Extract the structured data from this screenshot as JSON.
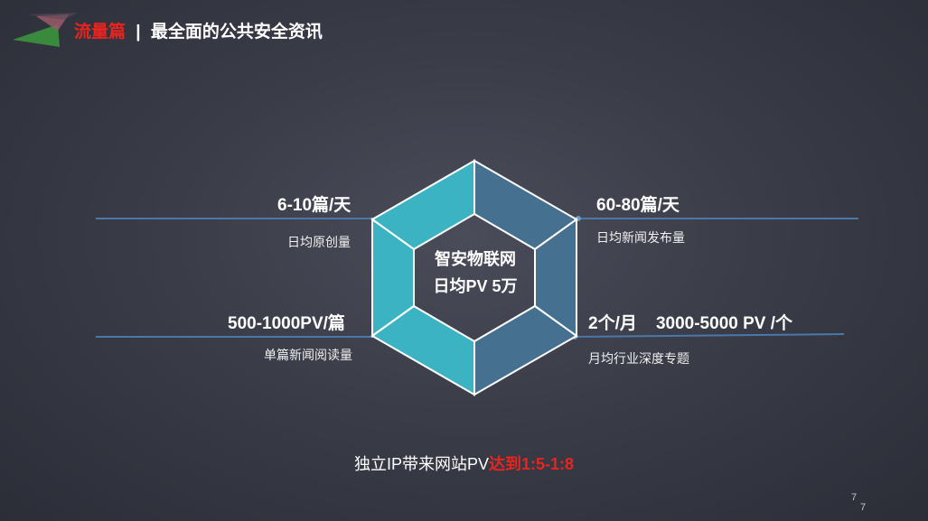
{
  "header": {
    "accent": "流量篇",
    "separator": "|",
    "title": "最全面的公共安全资讯"
  },
  "center": {
    "line1": "智安物联网",
    "line2": "日均PV 5万"
  },
  "stats": {
    "top_left": {
      "value": "6-10篇/天",
      "label": "日均原创量"
    },
    "top_right": {
      "value": "60-80篇/天",
      "label": "日均新闻发布量"
    },
    "bottom_left": {
      "value": "500-1000PV/篇",
      "label": "单篇新闻阅读量"
    },
    "bottom_right": {
      "value": "2个/月    3000-5000 PV /个",
      "label": "月均行业深度专题"
    }
  },
  "footer": {
    "text": "独立IP带来网站PV",
    "highlight": "达到1:5-1:8"
  },
  "page": {
    "number_top": "7",
    "number_bottom": "7"
  },
  "colors": {
    "accent_red": "#e8241f",
    "teal": "#3bb3c2",
    "slate_blue": "#46708f",
    "line_blue": "#4a78a8",
    "logo_green": "#3a8a3e",
    "logo_red": "#c0392b"
  }
}
